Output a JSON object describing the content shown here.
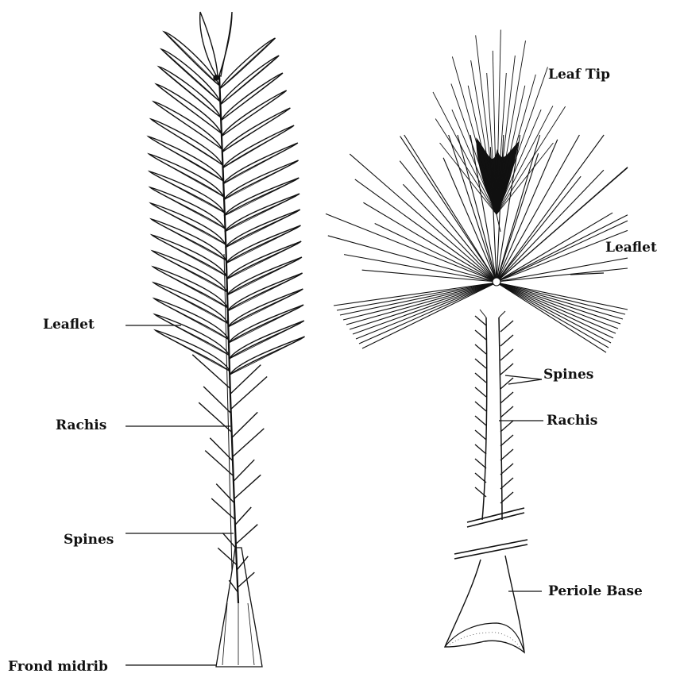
{
  "labels": {
    "leaflet_left": "Leaflet",
    "rachis_left": "Rachis",
    "spines_left": "Spines",
    "frond_midrib": "Frond midrib",
    "leaf_tip": "Leaf Tip",
    "leaflet_right": "Leaflet",
    "spines_right": "Spines",
    "rachis_right": "Rachis",
    "petiole_base": "Periole Base"
  },
  "colors": {
    "ink": "#111111",
    "paper": "#ffffff"
  }
}
